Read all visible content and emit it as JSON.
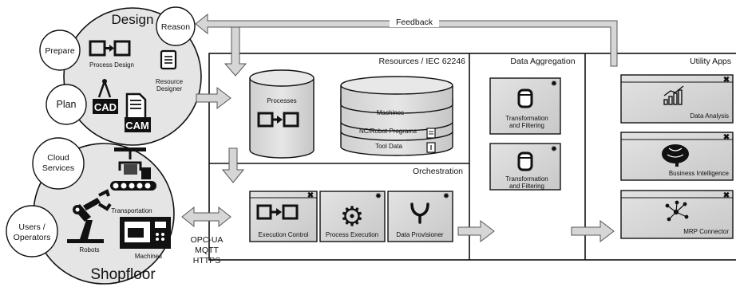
{
  "design": {
    "title": "Design",
    "reason": "Reason",
    "prepare": "Prepare",
    "plan": "Plan",
    "process_design": "Process Design",
    "resource_designer_line1": "Resource",
    "resource_designer_line2": "Designer",
    "cad": "CAD",
    "cam": "CAM"
  },
  "shopfloor": {
    "title": "Shopfloor",
    "cloud_line1": "Cloud",
    "cloud_line2": "Services",
    "users_line1": "Users /",
    "users_line2": "Operators",
    "transportation": "Transportation",
    "robots": "Robots",
    "machines": "Machines"
  },
  "feedback": "Feedback",
  "resources": {
    "title": "Resources / IEC 62246",
    "processes": "Processes",
    "machines": "Machines",
    "nc_robot_programs": "NC/Robot Programs",
    "tool_data": "Tool Data"
  },
  "orchestration": {
    "title": "Orchestration",
    "execution_control": "Execution Control",
    "process_execution": "Process Execution",
    "data_provisioner": "Data Provisioner"
  },
  "data_aggregation": {
    "title": "Data Aggregation",
    "box1_line1": "Transformation",
    "box1_line2": "and Filtering",
    "box2_line1": "Transformation",
    "box2_line2": "and Filtering"
  },
  "utility_apps": {
    "title": "Utility Apps",
    "data_analysis": "Data Analysis",
    "business_intelligence": "Business Intelligence",
    "mrp_connector": "MRP Connector"
  },
  "protocols": {
    "p1": "OPC-UA",
    "p2": "MQTT",
    "p3": "HTTPS"
  }
}
